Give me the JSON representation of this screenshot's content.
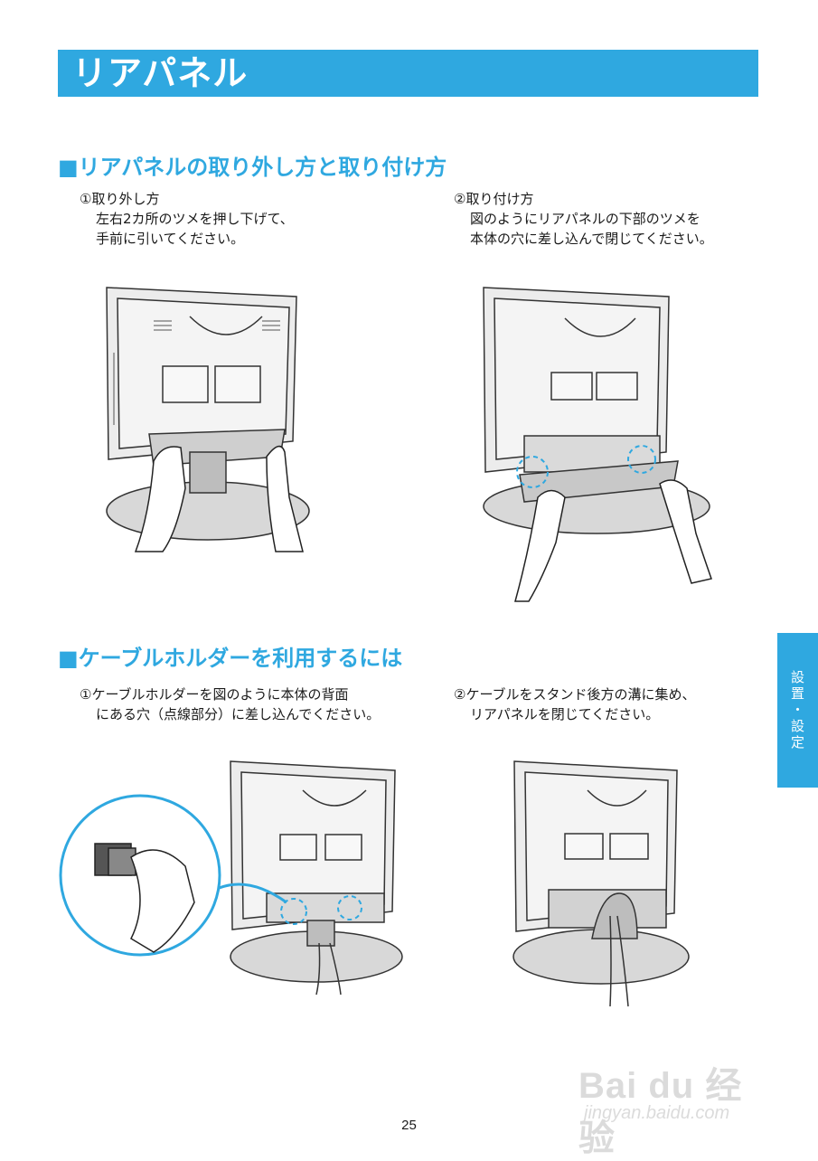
{
  "page": {
    "title": "リアパネル",
    "side_tab": "設置・設定",
    "page_number": "25",
    "watermark": {
      "main": "Bai du 经验",
      "sub": "jingyan.baidu.com"
    }
  },
  "section1": {
    "heading": "■リアパネルの取り外し方と取り付け方",
    "step1": {
      "line1": "①取り外し方",
      "line2": "左右2カ所のツメを押し下げて、",
      "line3": "手前に引いてください。"
    },
    "step2": {
      "line1": "②取り付け方",
      "line2": "図のようにリアパネルの下部のツメを",
      "line3": "本体の穴に差し込んで閉じてください。"
    }
  },
  "section2": {
    "heading": "■ケーブルホルダーを利用するには",
    "step1": {
      "line1": "①ケーブルホルダーを図のように本体の背面",
      "line2": "にある穴（点線部分）に差し込んでください。"
    },
    "step2": {
      "line1": "②ケーブルをスタンド後方の溝に集め、",
      "line2": "リアパネルを閉じてください。"
    }
  },
  "colors": {
    "accent": "#2fa8e0",
    "text": "#1a1a1a",
    "line_art": "#333333",
    "panel_gray": "#e6e6e6"
  }
}
